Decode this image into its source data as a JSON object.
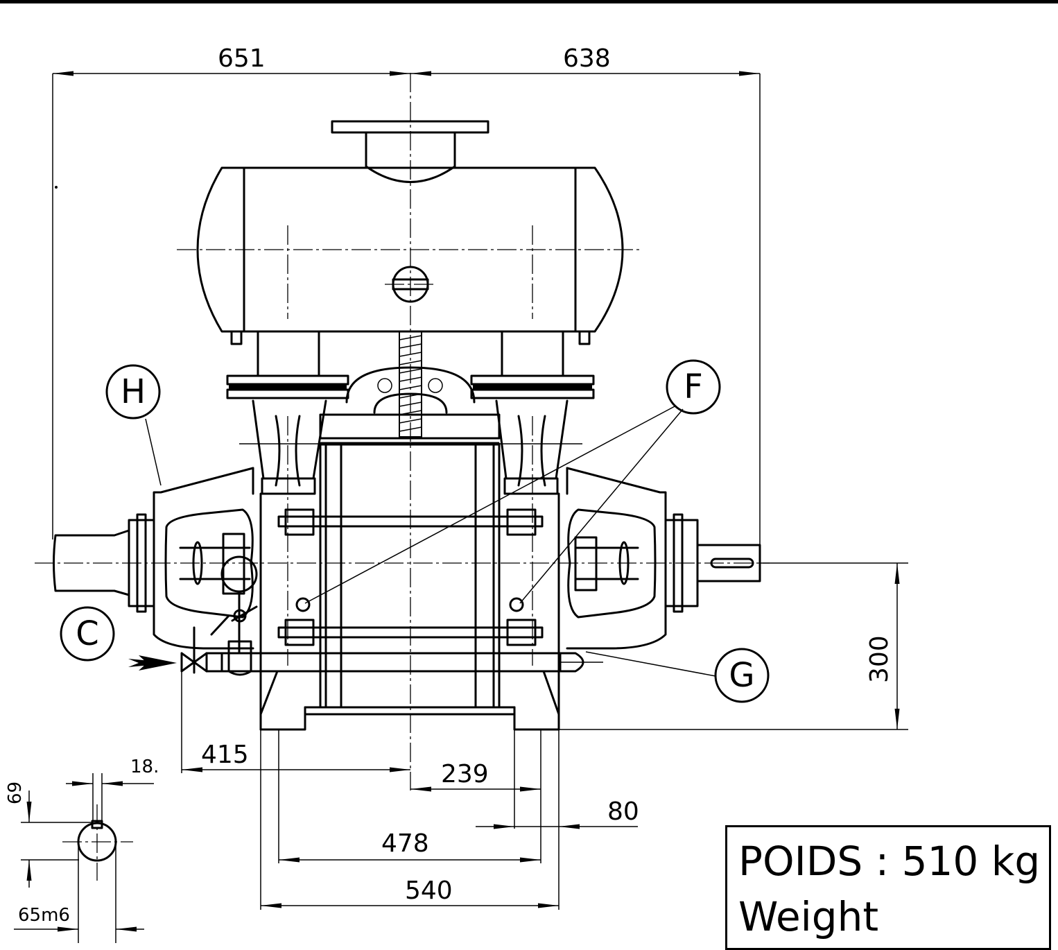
{
  "dimensions": {
    "left_overall": "651",
    "right_overall": "638",
    "shaft_height": "300",
    "inlet_offset": "415",
    "foot_offset": "239",
    "foot_width": "80",
    "foot_span_inner": "478",
    "foot_span_outer": "540"
  },
  "shaft_detail": {
    "key_width": "18.",
    "key_depth": "69",
    "shaft_diameter": "65m6"
  },
  "callouts": {
    "C": "C",
    "F": "F",
    "G": "G",
    "H": "H"
  },
  "weight": {
    "line1": "POIDS : 510 kg",
    "line2": "Weight"
  }
}
